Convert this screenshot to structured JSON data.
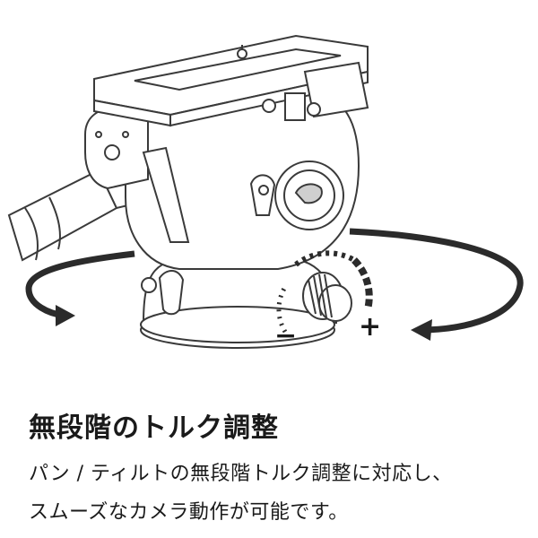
{
  "diagram": {
    "minus_label": "−",
    "plus_label": "+"
  },
  "heading": "無段階のトルク調整",
  "description": {
    "line1": "パン / ティルトの無段階トルク調整に対応し、",
    "line2": "スムーズなカメラ動作が可能です。"
  },
  "colors": {
    "text": "#1a1a1a",
    "drawing_stroke": "#3a3a3a",
    "arrow_fill": "#2b2b2b"
  }
}
